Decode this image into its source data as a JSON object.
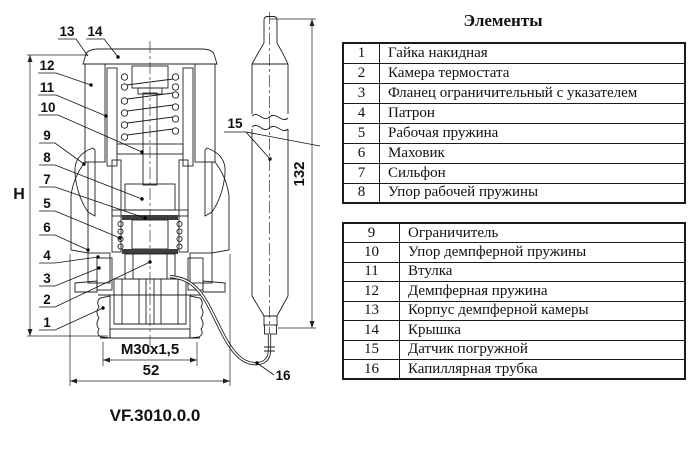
{
  "figure": {
    "model": "VF.3010.0.0",
    "dim_height": "H",
    "dim_probe_length": "132",
    "dim_thread": "M30x1,5",
    "dim_width": "52",
    "callouts": {
      "1": "1",
      "2": "2",
      "3": "3",
      "4": "4",
      "5": "5",
      "6": "6",
      "7": "7",
      "8": "8",
      "9": "9",
      "10": "10",
      "11": "11",
      "12": "12",
      "13": "13",
      "14": "14",
      "15": "15",
      "16": "16"
    }
  },
  "parts": {
    "title": "Элементы",
    "groups": [
      {
        "rows": [
          [
            "1",
            "Гайка накидная"
          ],
          [
            "2",
            "Камера термостата"
          ],
          [
            "3",
            "Фланец ограничительный с указателем"
          ],
          [
            "4",
            "Патрон"
          ],
          [
            "5",
            "Рабочая пружина"
          ],
          [
            "6",
            "Маховик"
          ],
          [
            "7",
            "Сильфон"
          ],
          [
            "8",
            "Упор рабочей пружины"
          ]
        ]
      },
      {
        "rows": [
          [
            "9",
            "Ограничитель"
          ],
          [
            "10",
            "Упор демпферной пружины"
          ],
          [
            "11",
            "Втулка"
          ],
          [
            "12",
            "Демпферная пружина"
          ],
          [
            "13",
            "Корпус демпферной камеры"
          ],
          [
            "14",
            "Крышка"
          ],
          [
            "15",
            "Датчик погружной"
          ],
          [
            "16",
            "Капиллярная трубка"
          ]
        ]
      }
    ]
  }
}
